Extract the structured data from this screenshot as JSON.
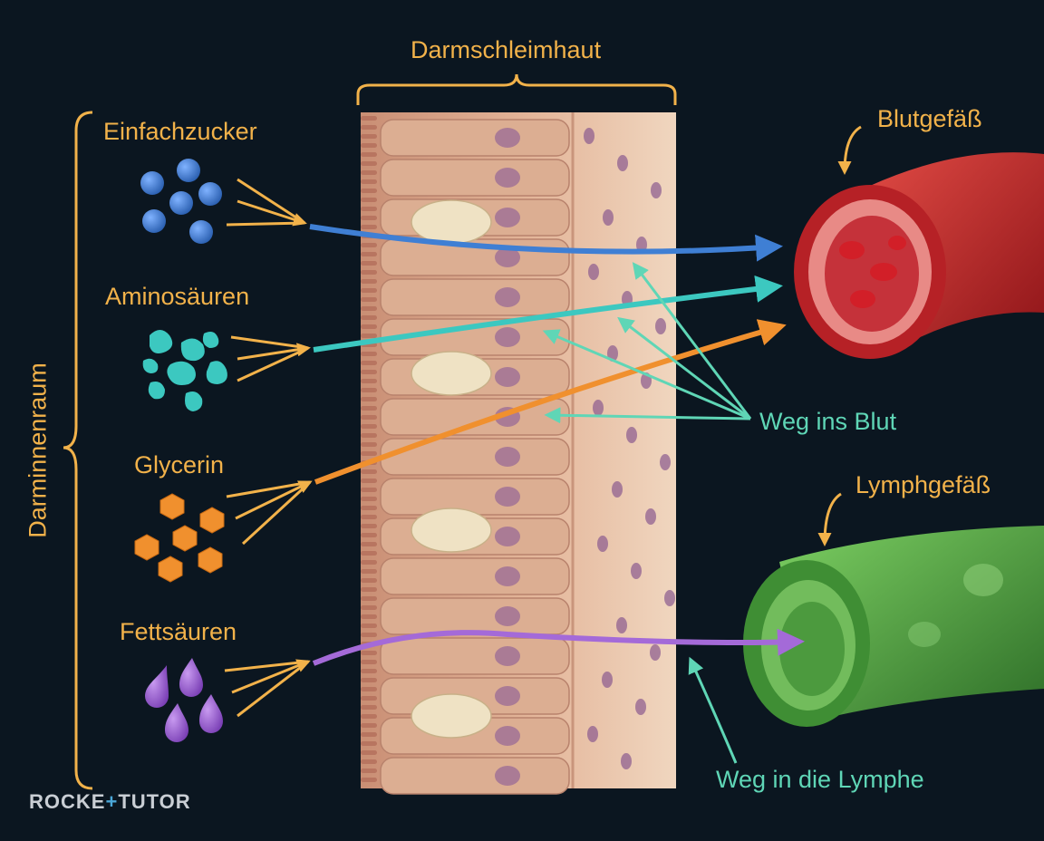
{
  "labels": {
    "einfachzucker": "Einfachzucker",
    "aminosaeuren": "Aminosäuren",
    "glycerin": "Glycerin",
    "fettsaeuren": "Fettsäuren",
    "darmschleimhaut": "Darmschleimhaut",
    "blutgefaess": "Blutgefäß",
    "lymphgefaess": "Lymphgefäß",
    "weg_ins_blut": "Weg ins Blut",
    "weg_in_die_lymphe": "Weg in die Lymphe",
    "darminnenraum": "Darminnenraum"
  },
  "logo": {
    "part1": "ROCKE",
    "plus": "+",
    "part2": "TUTOR"
  },
  "colors": {
    "background": "#0b1620",
    "label_gold": "#f2b24a",
    "label_teal": "#5fd6b6",
    "einfachzucker": "#3f7fd4",
    "aminosaeuren": "#3cc8c0",
    "glycerin": "#f0902e",
    "fettsaeuren": "#a46ad8",
    "blood_vessel": "#c8282b",
    "lymph_vessel": "#4a9e3c",
    "mucosa": "#e2b294"
  },
  "icons": [
    "sugar-molecules-icon",
    "amino-acid-molecules-icon",
    "glycerin-hexagons-icon",
    "fatty-acid-drops-icon",
    "blood-vessel-icon",
    "lymph-vessel-icon",
    "intestinal-mucosa-icon"
  ]
}
